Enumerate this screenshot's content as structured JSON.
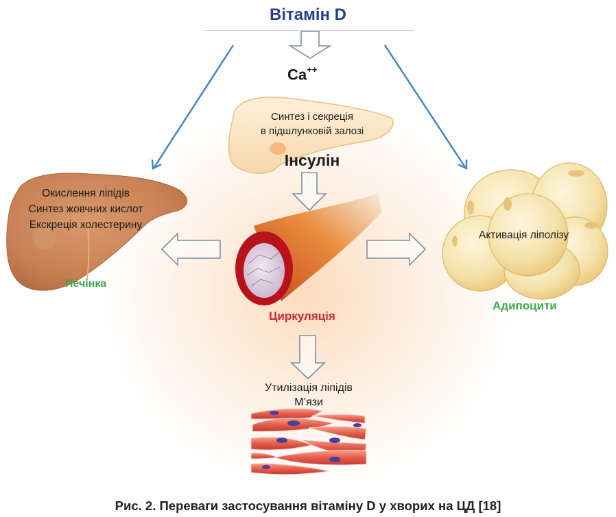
{
  "title": "Вітамін D",
  "calcium": {
    "symbol": "Ca",
    "charge": "++"
  },
  "pancreas": {
    "line1": "Синтез і секреція",
    "line2": "в підшлунковій залозі",
    "hormone": "Інсулін"
  },
  "liver": {
    "line1": "Окислення ліпідів",
    "line2": "Синтез жовчних кислот",
    "line3": "Екскреція холестерину",
    "label": "Печінка"
  },
  "adipocytes": {
    "effect": "Активація ліполізу",
    "label": "Адипоцити"
  },
  "circulation": {
    "label": "Циркуляція"
  },
  "muscle": {
    "line1": "Утилізація ліпідів",
    "line2": "М’язи"
  },
  "caption": "Рис. 2. Переваги застосування вітаміну D у хворих на ЦД [18]",
  "colors": {
    "title": "#25408f",
    "organ_label": "#3aaa4a",
    "circulation_label": "#d42430",
    "thin_arrow": "#3f86c6",
    "outline_arrow": "#7a8fa3"
  }
}
